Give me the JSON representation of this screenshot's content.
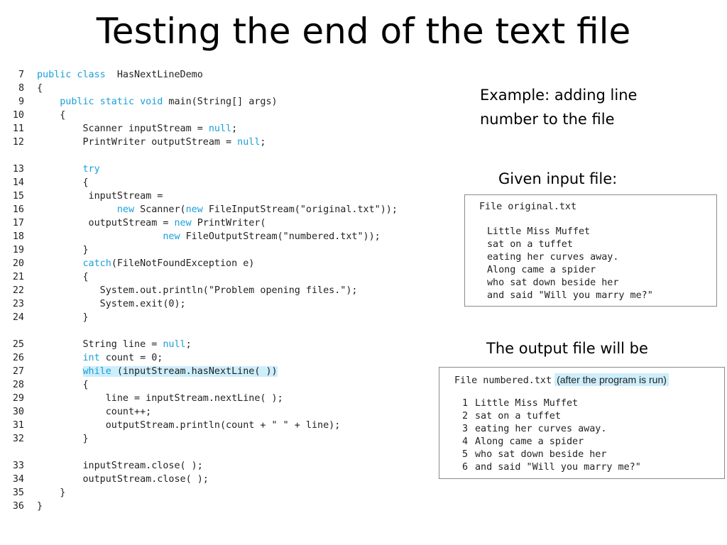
{
  "title": "Testing the end of the text file",
  "example_note": "Example: adding line\nnumber to the file",
  "given_label": "Given input file:",
  "output_label": "The output file will be",
  "input_file": {
    "header": "File original.txt",
    "lines": [
      "Little Miss Muffet",
      "sat on a tuffet",
      "eating her curves away.",
      "Along came a spider",
      "who sat down beside her",
      "and said \"Will you marry me?\""
    ]
  },
  "output_file": {
    "header": "File numbered.txt",
    "note": "(after the program is run)",
    "lines": [
      {
        "num": "1",
        "text": "Little Miss Muffet"
      },
      {
        "num": "2",
        "text": "sat on a tuffet"
      },
      {
        "num": "3",
        "text": "eating her curves away."
      },
      {
        "num": "4",
        "text": "Along came a spider"
      },
      {
        "num": "5",
        "text": "who sat down beside her"
      },
      {
        "num": "6",
        "text": "and said \"Will you marry me?\""
      }
    ]
  },
  "code": [
    {
      "ln": "7",
      "segs": [
        [
          "kw",
          "public class"
        ],
        [
          "",
          "  HasNextLineDemo"
        ]
      ]
    },
    {
      "ln": "8",
      "segs": [
        [
          "",
          "{"
        ]
      ]
    },
    {
      "ln": "9",
      "segs": [
        [
          "",
          "    "
        ],
        [
          "kw",
          "public static void"
        ],
        [
          "",
          " main(String[] args)"
        ]
      ]
    },
    {
      "ln": "10",
      "segs": [
        [
          "",
          "    {"
        ]
      ]
    },
    {
      "ln": "11",
      "segs": [
        [
          "",
          "        Scanner inputStream = "
        ],
        [
          "kw",
          "null"
        ],
        [
          "",
          ";"
        ]
      ]
    },
    {
      "ln": "12",
      "segs": [
        [
          "",
          "        PrintWriter outputStream = "
        ],
        [
          "kw",
          "null"
        ],
        [
          "",
          ";"
        ]
      ]
    },
    {
      "ln": "13",
      "gap": true,
      "segs": [
        [
          "",
          "        "
        ],
        [
          "kw",
          "try"
        ]
      ]
    },
    {
      "ln": "14",
      "segs": [
        [
          "",
          "        {"
        ]
      ]
    },
    {
      "ln": "15",
      "segs": [
        [
          "",
          "         inputStream ="
        ]
      ]
    },
    {
      "ln": "16",
      "segs": [
        [
          "",
          "              "
        ],
        [
          "kw",
          "new"
        ],
        [
          "",
          " Scanner("
        ],
        [
          "kw",
          "new"
        ],
        [
          "",
          " FileInputStream(\"original.txt\"));"
        ]
      ]
    },
    {
      "ln": "17",
      "segs": [
        [
          "",
          "         outputStream = "
        ],
        [
          "kw",
          "new"
        ],
        [
          "",
          " PrintWriter("
        ]
      ]
    },
    {
      "ln": "18",
      "segs": [
        [
          "",
          "                      "
        ],
        [
          "kw",
          "new"
        ],
        [
          "",
          " FileOutputStream(\"numbered.txt\"));"
        ]
      ]
    },
    {
      "ln": "19",
      "segs": [
        [
          "",
          "        }"
        ]
      ]
    },
    {
      "ln": "20",
      "segs": [
        [
          "",
          "        "
        ],
        [
          "kw",
          "catch"
        ],
        [
          "",
          "(FileNotFoundException e)"
        ]
      ]
    },
    {
      "ln": "21",
      "segs": [
        [
          "",
          "        {"
        ]
      ]
    },
    {
      "ln": "22",
      "segs": [
        [
          "",
          "           System.out.println(\"Problem opening files.\");"
        ]
      ]
    },
    {
      "ln": "23",
      "segs": [
        [
          "",
          "           System.exit(0);"
        ]
      ]
    },
    {
      "ln": "24",
      "segs": [
        [
          "",
          "        }"
        ]
      ]
    },
    {
      "ln": "25",
      "gap": true,
      "segs": [
        [
          "",
          "        String line = "
        ],
        [
          "kw",
          "null"
        ],
        [
          "",
          ";"
        ]
      ]
    },
    {
      "ln": "26",
      "segs": [
        [
          "",
          "        "
        ],
        [
          "kw",
          "int"
        ],
        [
          "",
          " count = 0;"
        ]
      ]
    },
    {
      "ln": "27",
      "segs": [
        [
          "",
          "        "
        ],
        [
          "hlkw",
          "while"
        ],
        [
          "hl",
          " (inputStream.hasNextLine( ))"
        ]
      ]
    },
    {
      "ln": "28",
      "segs": [
        [
          "",
          "        {"
        ]
      ]
    },
    {
      "ln": "29",
      "segs": [
        [
          "",
          "            line = inputStream.nextLine( );"
        ]
      ]
    },
    {
      "ln": "30",
      "segs": [
        [
          "",
          "            count++;"
        ]
      ]
    },
    {
      "ln": "31",
      "segs": [
        [
          "",
          "            outputStream.println(count + \" \" + line);"
        ]
      ]
    },
    {
      "ln": "32",
      "segs": [
        [
          "",
          "        }"
        ]
      ]
    },
    {
      "ln": "33",
      "gap": true,
      "segs": [
        [
          "",
          "        inputStream.close( );"
        ]
      ]
    },
    {
      "ln": "34",
      "segs": [
        [
          "",
          "        outputStream.close( );"
        ]
      ]
    },
    {
      "ln": "35",
      "segs": [
        [
          "",
          "    }"
        ]
      ]
    },
    {
      "ln": "36",
      "segs": [
        [
          "",
          "}"
        ]
      ]
    }
  ]
}
